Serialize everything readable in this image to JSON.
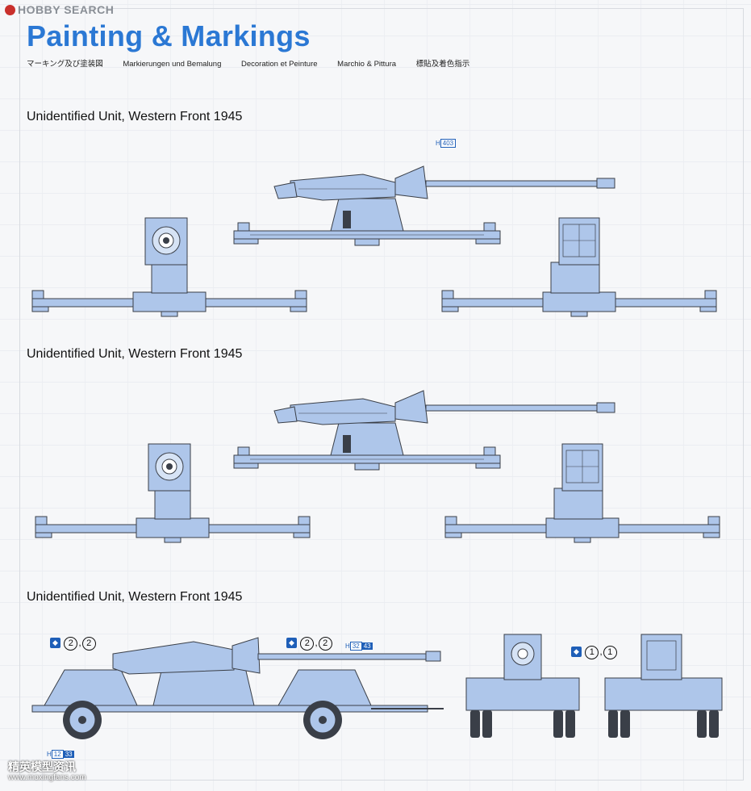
{
  "header": {
    "watermark": "HOBBY SEARCH",
    "title": "Painting & Markings",
    "subtitles": [
      "マーキング及び塗装図",
      "Markierungen und Bemalung",
      "Decoration et Peinture",
      "Marchio & Pittura",
      "標貼及着色指示"
    ]
  },
  "sections": [
    {
      "title": "Unidentified Unit, Western Front 1945",
      "callout": "403"
    },
    {
      "title": "Unidentified Unit, Western Front 1945"
    },
    {
      "title": "Unidentified Unit, Western Front 1945",
      "decal_refs": [
        {
          "numbers": [
            "2",
            "2"
          ],
          "code": ""
        },
        {
          "numbers": [
            "2",
            "2"
          ],
          "code": "43"
        },
        {
          "numbers": [
            "1",
            "1"
          ],
          "code": ""
        }
      ],
      "codes": [
        "32",
        "43",
        "12",
        "33"
      ]
    }
  ],
  "footer": {
    "watermark_cn": "精英模型资讯",
    "url": "www.moxingfans.com"
  },
  "colors": {
    "accent": "#2b78d4",
    "gun_paint": "#aec6ea",
    "outline": "#3a3f48",
    "marking": "#1f5fb8"
  },
  "icons": [
    "logo-icon",
    "decal-icon",
    "hint-icon"
  ]
}
